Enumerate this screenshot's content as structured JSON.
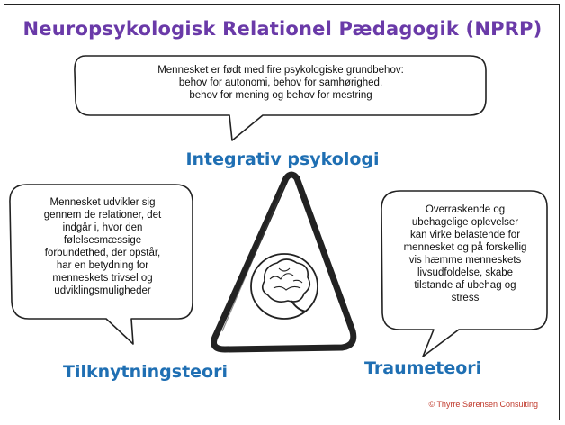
{
  "title": "Neuropsykologisk Relationel Pædagogik (NPRP)",
  "top_bubble": {
    "lines": [
      "Mennesket er født med fire psykologiske grundbehov:",
      "behov for autonomi, behov for samhørighed,",
      "behov for mening og behov for mestring"
    ]
  },
  "headings": {
    "top": "Integrativ psykologi",
    "left": "Tilknytningsteori",
    "right": "Traumeteori"
  },
  "left_bubble": {
    "lines": [
      "Mennesket udvikler sig",
      "gennem de relationer, det",
      "indgår i, hvor den",
      "følelsesmæssige",
      "forbundethed, der opstår,",
      "har en betydning for",
      "menneskets trivsel og",
      "udviklingsmuligheder"
    ]
  },
  "right_bubble": {
    "lines": [
      "Overraskende og",
      "ubehagelige oplevelser",
      "kan virke belastende for",
      "mennesket og på forskellig",
      "vis hæmme menneskets",
      "livsudfoldelse, skabe",
      "tilstande af ubehag og",
      "stress"
    ]
  },
  "center_icon": "brain-icon",
  "copyright": "© Thyrre Sørensen Consulting",
  "colors": {
    "title": "#6a3aa8",
    "heading": "#1f6fb3",
    "copyright": "#c0392b"
  }
}
